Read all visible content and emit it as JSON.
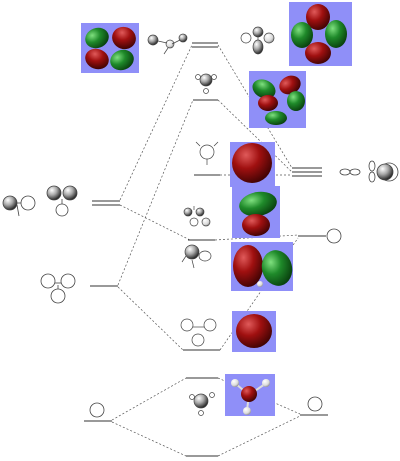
{
  "diagram": {
    "description_hidden": "",
    "colors": {
      "lobe_green": "#1f8a2a",
      "lobe_green_dark": "#0b4a12",
      "lobe_red": "#a01010",
      "lobe_red_dark": "#4a0505",
      "panel": "#8f8ff8",
      "line": "#444444"
    },
    "levels": {
      "left_fragment": [
        {
          "id": "left-pair-level",
          "degenerate": 2
        },
        {
          "id": "left-single-level",
          "degenerate": 1
        }
      ],
      "right_fragment": [
        {
          "id": "right-triple-level",
          "degenerate": 3
        },
        {
          "id": "right-upper-level",
          "degenerate": 1
        },
        {
          "id": "right-lower-level",
          "degenerate": 1
        }
      ],
      "molecular": [
        {
          "id": "mo-top-pair",
          "degenerate": 2
        },
        {
          "id": "mo-upper",
          "degenerate": 1
        },
        {
          "id": "mo-nonbonding",
          "degenerate": 1
        },
        {
          "id": "mo-middle",
          "degenerate": 1
        },
        {
          "id": "mo-bonding",
          "degenerate": 1
        },
        {
          "id": "mo-bottom",
          "degenerate": 1
        }
      ]
    },
    "orbital_pictures": [
      {
        "id": "orbital-render-1",
        "lobes": "four-lobe"
      },
      {
        "id": "orbital-render-2",
        "lobes": "four-lobe"
      },
      {
        "id": "orbital-render-3",
        "lobes": "four-lobe"
      },
      {
        "id": "orbital-render-4",
        "lobes": "single-red"
      },
      {
        "id": "orbital-render-5",
        "lobes": "two-lobe"
      },
      {
        "id": "orbital-render-6",
        "lobes": "two-lobe"
      },
      {
        "id": "orbital-render-7",
        "lobes": "single-red"
      },
      {
        "id": "orbital-render-8",
        "lobes": "molecule"
      }
    ]
  }
}
